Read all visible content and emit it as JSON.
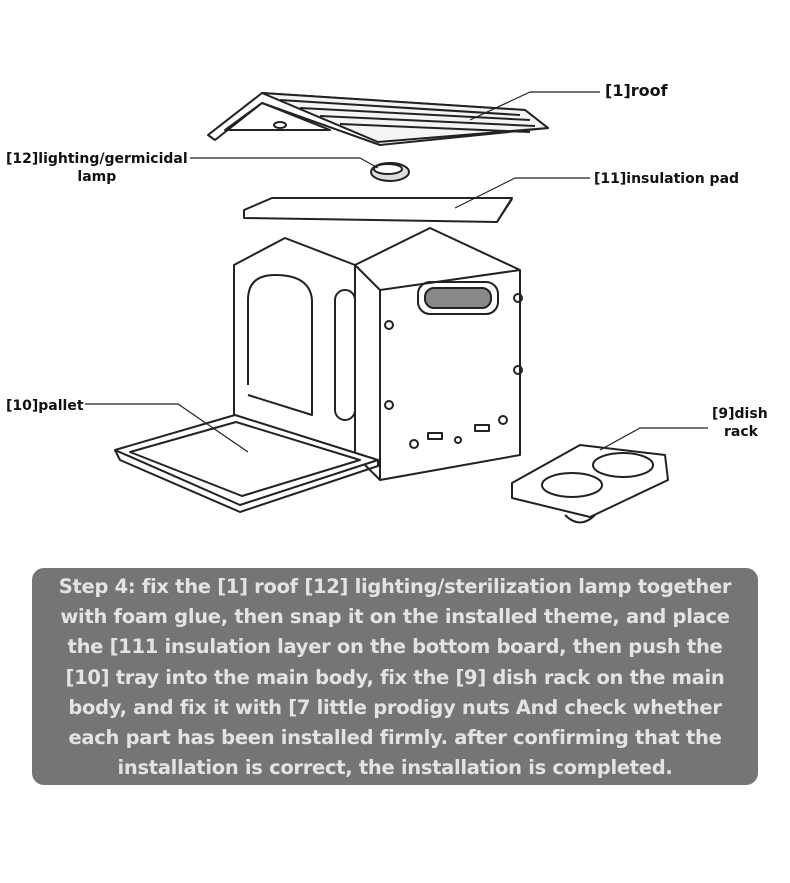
{
  "labels": {
    "roof": "[1]roof",
    "lamp_line1": "[12]lighting/germicidal",
    "lamp_line2": "lamp",
    "insulation_pad": "[11]insulation pad",
    "pallet": "[10]pallet",
    "dish_line1": "[9]dish",
    "dish_line2": "rack"
  },
  "instructions": {
    "lines": [
      "Step 4: fix the [1] roof [12] lighting/sterilization lamp together",
      "with foam glue, then snap it on the installed theme, and place",
      "the [111 insulation layer on the bottom board, then push the",
      "[10] tray into the main body, fix the [9] dish rack on the main",
      "body, and fix it with [7 little prodigy nuts And check whether",
      "each part has been installed firmly. after confirming that the",
      "installation is correct, the installation is completed."
    ]
  },
  "colors": {
    "box": "#757575",
    "box_text": "#e3e3e3"
  }
}
